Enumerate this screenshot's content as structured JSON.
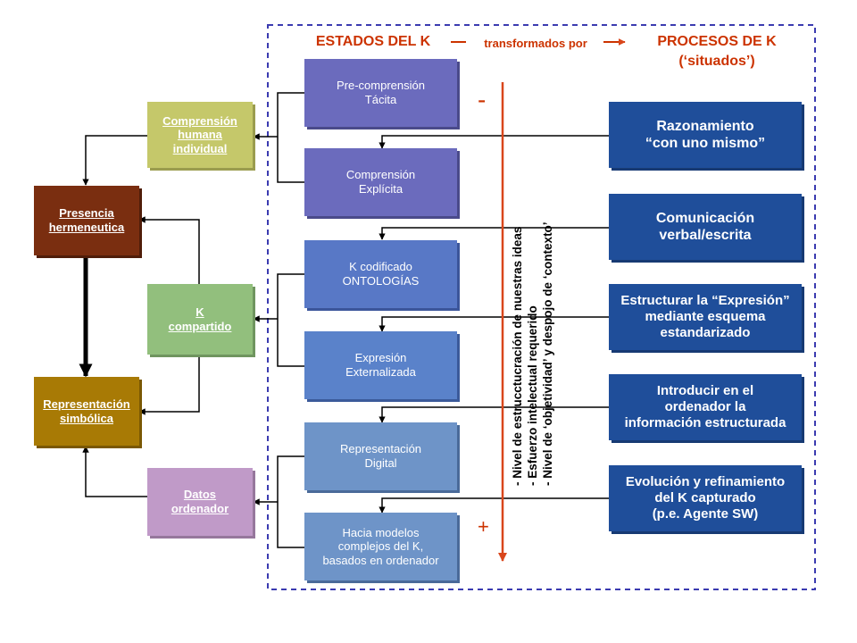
{
  "header": {
    "left": "ESTADOS DEL K",
    "middle": "transformados por",
    "right_line1": "PROCESOS DE K",
    "right_line2": "(‘situados’)"
  },
  "states": [
    "Pre-comprensión\nTácita",
    "Comprensión\nExplícita",
    "K codificado\nONTOLOGÍAS",
    "Expresión\nExternalizada",
    "Representación\nDigital",
    "Hacia modelos\ncomplejos del K,\nbasados en ordenador"
  ],
  "processes": [
    "Razonamiento\n“con uno mismo”",
    "Comunicación\nverbal/escrita",
    "Estructurar la “Expresión”\nmediante esquema\nestandarizado",
    "Introducir en el\nordenador la\ninformación estructurada",
    "Evolución y refinamiento\ndel K capturado\n(p.e. Agente SW)"
  ],
  "left_nodes": {
    "comprension": "Comprensión\nhumana\nindividual",
    "k_compartido": "K\ncompartido",
    "datos": "Datos\nordenador",
    "presencia": "Presencia\nhermeneutica",
    "representacion": "Representación\nsimbólica"
  },
  "axis": {
    "minus": "-",
    "plus": "+",
    "line1": "- Nivel de estrucctucración de nuestras ideas",
    "line2": "- Esfuerzo intelectual requerido",
    "line3": "- Nivel de ‘objetividad’ y despojo de ‘contexto’"
  },
  "colors": {
    "state": "#6b6bbd",
    "process": "#1f4e9a",
    "comprension": "#c5c86a",
    "k_compartido": "#92bf7d",
    "datos": "#c09ac8",
    "presencia": "#7a2e10",
    "representacion": "#a87a05",
    "header": "#cc3300",
    "axis_arrow": "#d9461b",
    "dashed_border": "#3b3bb0"
  }
}
